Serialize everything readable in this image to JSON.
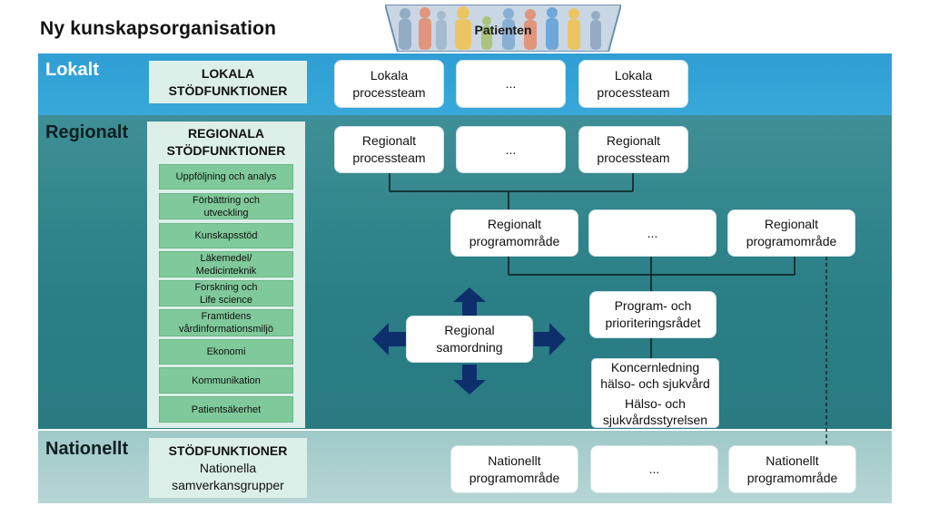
{
  "title": "Ny kunskapsorganisation",
  "patient_banner": "Patienten",
  "levels": {
    "local": "Lokalt",
    "regional": "Regionalt",
    "national": "Nationellt"
  },
  "support": {
    "local": "LOKALA\nSTÖDFUNKTIONER",
    "regional": "REGIONALA\nSTÖDFUNKTIONER",
    "regional_items": [
      "Uppföljning och analys",
      "Förbättring och\nutveckling",
      "Kunskapsstöd",
      "Läkemedel/\nMedicinteknik",
      "Forskning och\nLife science",
      "Framtidens\nvårdinformationsmiljö",
      "Ekonomi",
      "Kommunikation",
      "Patientsäkerhet"
    ],
    "national_title": "STÖDFUNKTIONER",
    "national_sub": "Nationella\nsamverkansgrupper"
  },
  "local_boxes": [
    "Lokala\nprocessteam",
    "...",
    "Lokala\nprocessteam"
  ],
  "regional_process_boxes": [
    "Regionalt\nprocessteam",
    "...",
    "Regionalt\nprocessteam"
  ],
  "regional_program_boxes": [
    "Regionalt\nprogramområde",
    "...",
    "Regionalt\nprogramområde"
  ],
  "council": "Program- och\nprioriteringsrådet",
  "coordination": "Regional\nsamordning",
  "management": {
    "first": "Koncernledning\nhälso- och sjukvård",
    "second": "Hälso- och\nsjukvårdsstyrelsen"
  },
  "national_boxes": [
    "Nationellt\nprogramområde",
    "...",
    "Nationellt\nprogramområde"
  ],
  "colors": {
    "local_band": "#2f9fd4",
    "regional_band": "#2b7f86",
    "national_band": "#a8cfce",
    "support_item": "#7fc99a",
    "arrow": "#0d2f6b"
  }
}
